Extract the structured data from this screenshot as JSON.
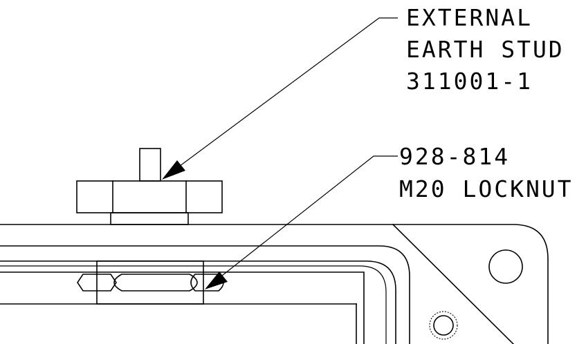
{
  "callouts": {
    "earth_stud": {
      "line1": "EXTERNAL",
      "line2": "EARTH STUD",
      "line3": "311001-1"
    },
    "locknut": {
      "line1": "928-814",
      "line2": "M20 LOCKNUT"
    }
  },
  "colors": {
    "line": "#000000",
    "background": "#ffffff"
  }
}
